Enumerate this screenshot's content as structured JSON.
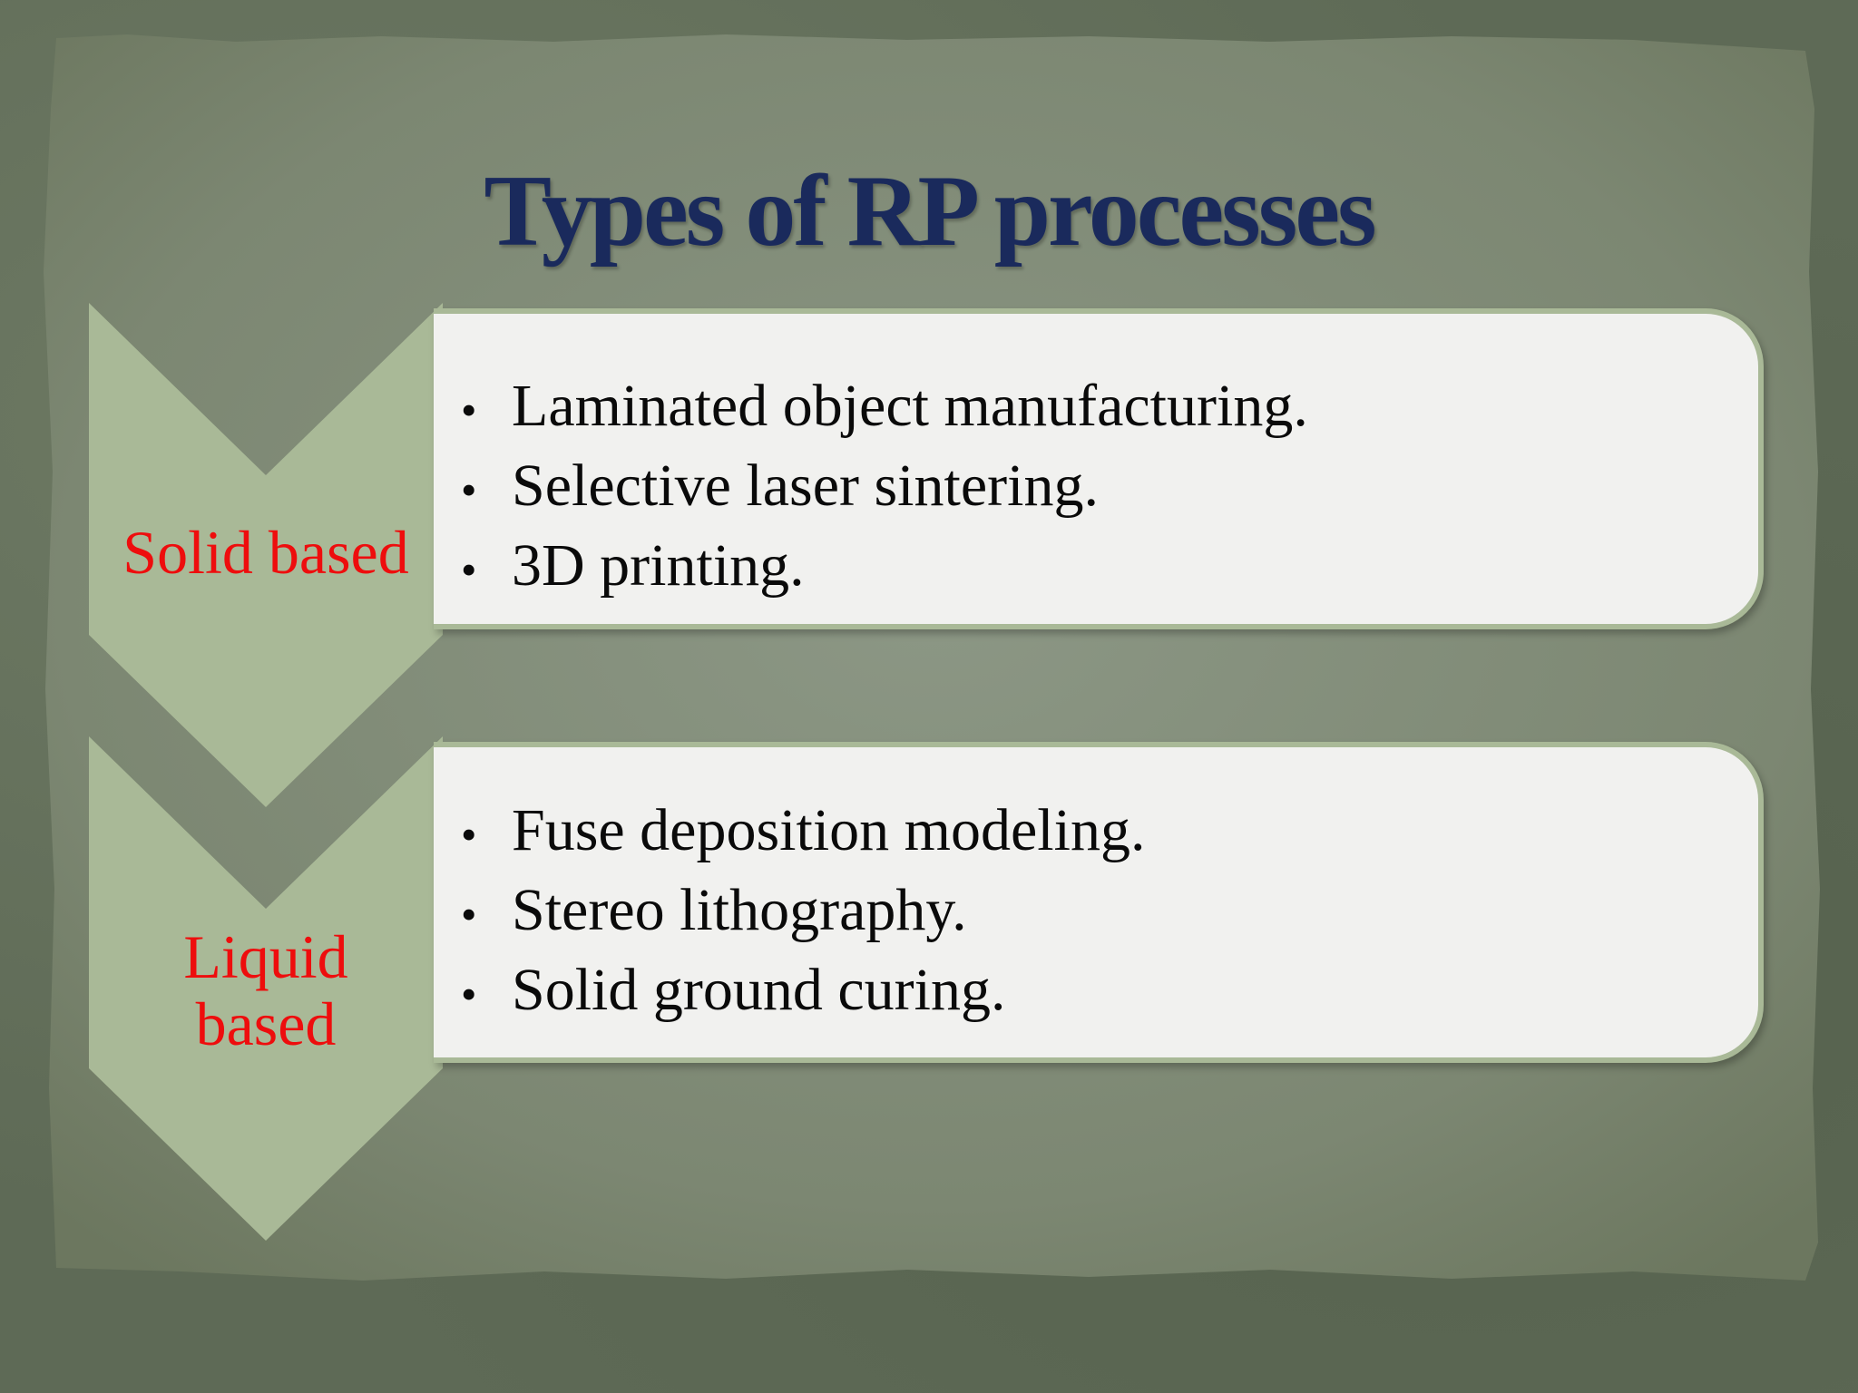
{
  "slide": {
    "title": "Types of RP processes"
  },
  "categories": [
    {
      "label": "Solid based",
      "items": [
        "Laminated object manufacturing.",
        "Selective laser sintering.",
        "3D printing."
      ]
    },
    {
      "label": "Liquid based",
      "items": [
        "Fuse deposition modeling.",
        "Stereo lithography.",
        "Solid ground curing."
      ]
    }
  ],
  "colors": {
    "title": "#1a2a5c",
    "category_label": "#ee0d0d",
    "chevron": "#a9b997",
    "panel": "#f1f1ef",
    "background": "#7f8a78"
  }
}
